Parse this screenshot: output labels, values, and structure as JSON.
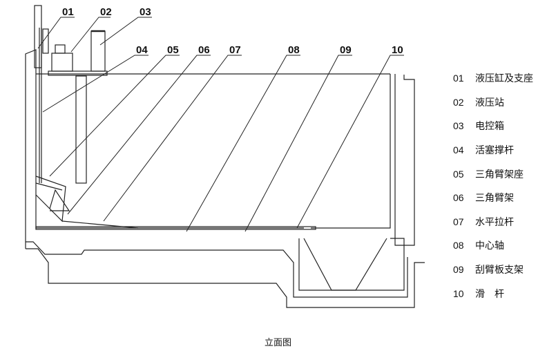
{
  "callouts": [
    "01",
    "02",
    "03",
    "04",
    "05",
    "06",
    "07",
    "08",
    "09",
    "10"
  ],
  "legend": [
    {
      "num": "01",
      "text": "液压缸及支座"
    },
    {
      "num": "02",
      "text": "液压站"
    },
    {
      "num": "03",
      "text": "电控箱"
    },
    {
      "num": "04",
      "text": "活塞撑杆"
    },
    {
      "num": "05",
      "text": "三角臂架座"
    },
    {
      "num": "06",
      "text": "三角臂架"
    },
    {
      "num": "07",
      "text": "水平拉杆"
    },
    {
      "num": "08",
      "text": "中心轴"
    },
    {
      "num": "09",
      "text": "刮臂板支架"
    },
    {
      "num": "10",
      "text": "滑　杆"
    }
  ],
  "caption": "立面图"
}
